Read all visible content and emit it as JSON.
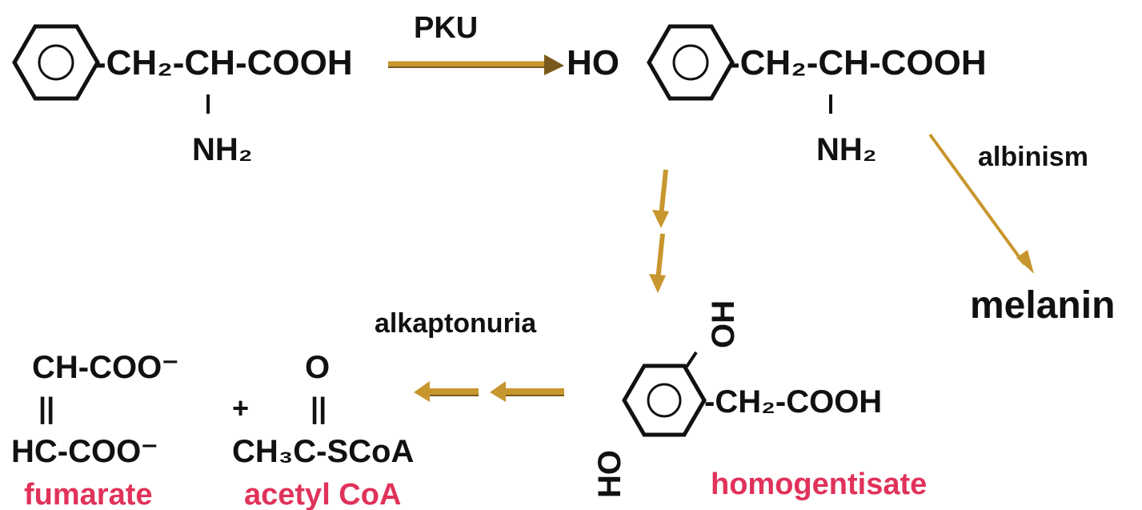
{
  "colors": {
    "ink": "#111111",
    "arrow": "#c8962e",
    "arrow_shade": "#7a5a1c",
    "highlight": "#e0325a"
  },
  "phenylalanine": {
    "chain": "-CH₂-CH-COOH",
    "amine": "NH₂"
  },
  "tyrosine": {
    "hydroxyl": "HO",
    "chain": "-CH₂-CH-COOH",
    "amine": "NH₂"
  },
  "labels": {
    "pku": "PKU",
    "albinism": "albinism",
    "melanin": "melanin",
    "alkaptonuria": "alkaptonuria"
  },
  "homogentisate": {
    "oh_top": "OH",
    "oh_bottom": "HO",
    "chain": "-CH₂-COOH",
    "name": "homogentisate"
  },
  "fumarate": {
    "top": "CH-COO⁻",
    "bond": "||",
    "bottom": "HC-COO⁻",
    "name": "fumarate"
  },
  "acetyl_coa": {
    "plus": "+",
    "oxygen": "O",
    "bond": "||",
    "formula": "CH₃C-SCoA",
    "name": "acetyl CoA"
  }
}
